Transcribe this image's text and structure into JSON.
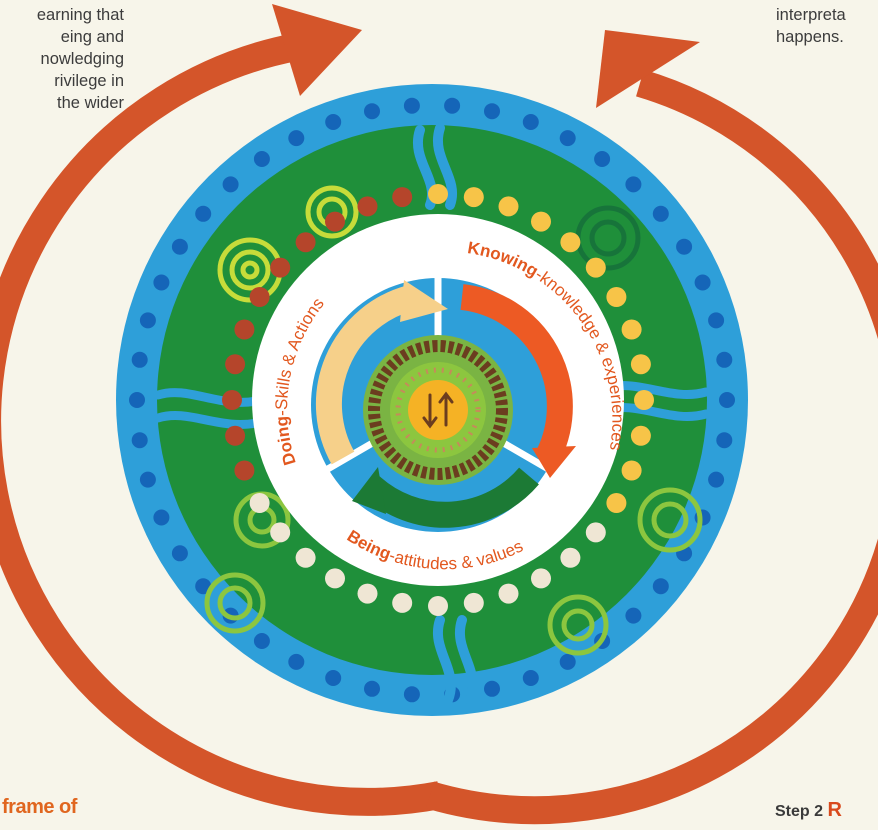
{
  "left_text": "earning that\neing and\nnowledging\nrivilege in\nthe wider",
  "right_text": "interpreta\nhappens.",
  "bottom_left_label": "frame of",
  "bottom_right_label": {
    "prefix": "Step 2 ",
    "accent": "R"
  },
  "ring_labels": {
    "knowing": {
      "bold": "Knowing",
      "rest": "-knowledge & experiences"
    },
    "doing": {
      "bold": "Doing",
      "rest": "-Skills & Actions"
    },
    "being": {
      "bold": "Being",
      "rest": "-attitudes & values"
    }
  },
  "colors": {
    "outer_arrow": "#d4552a",
    "blue_ring": "#2e9fd9",
    "green_field": "#1f8f3a",
    "dots_knowing": "#f7c448",
    "dots_doing": "#b5452b",
    "dots_being": "#efe6d4",
    "center_disc": "#f5b225"
  },
  "center_icon": "two-opposing-arrows-icon"
}
